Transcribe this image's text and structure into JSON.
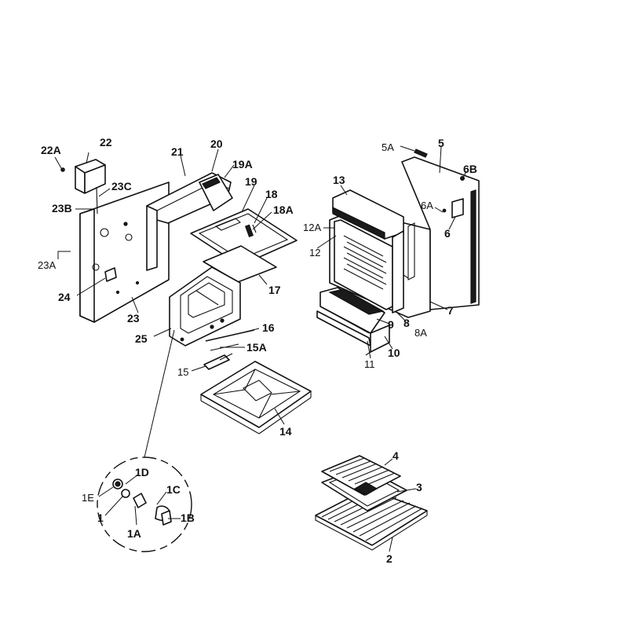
{
  "labels": {
    "p22A": "22A",
    "p22": "22",
    "p21": "21",
    "p20": "20",
    "p19A": "19A",
    "p19": "19",
    "p18": "18",
    "p18A": "18A",
    "p23C": "23C",
    "p23B": "23B",
    "p23A": "23A",
    "p24": "24",
    "p23": "23",
    "p17": "17",
    "p25": "25",
    "p16": "16",
    "p15A": "15A",
    "p15": "15",
    "p14": "14",
    "p13": "13",
    "p12A": "12A",
    "p12": "12",
    "p11": "11",
    "p10": "10",
    "p9": "9",
    "p8": "8",
    "p8A": "8A",
    "p7": "7",
    "p5A": "5A",
    "p5": "5",
    "p6B": "6B",
    "p6A": "6A",
    "p6": "6",
    "p1D": "1D",
    "p1E": "1E",
    "p1": "1",
    "p1A": "1A",
    "p1C": "1C",
    "p1B": "1B",
    "p4": "4",
    "p3": "3",
    "p2": "2"
  }
}
